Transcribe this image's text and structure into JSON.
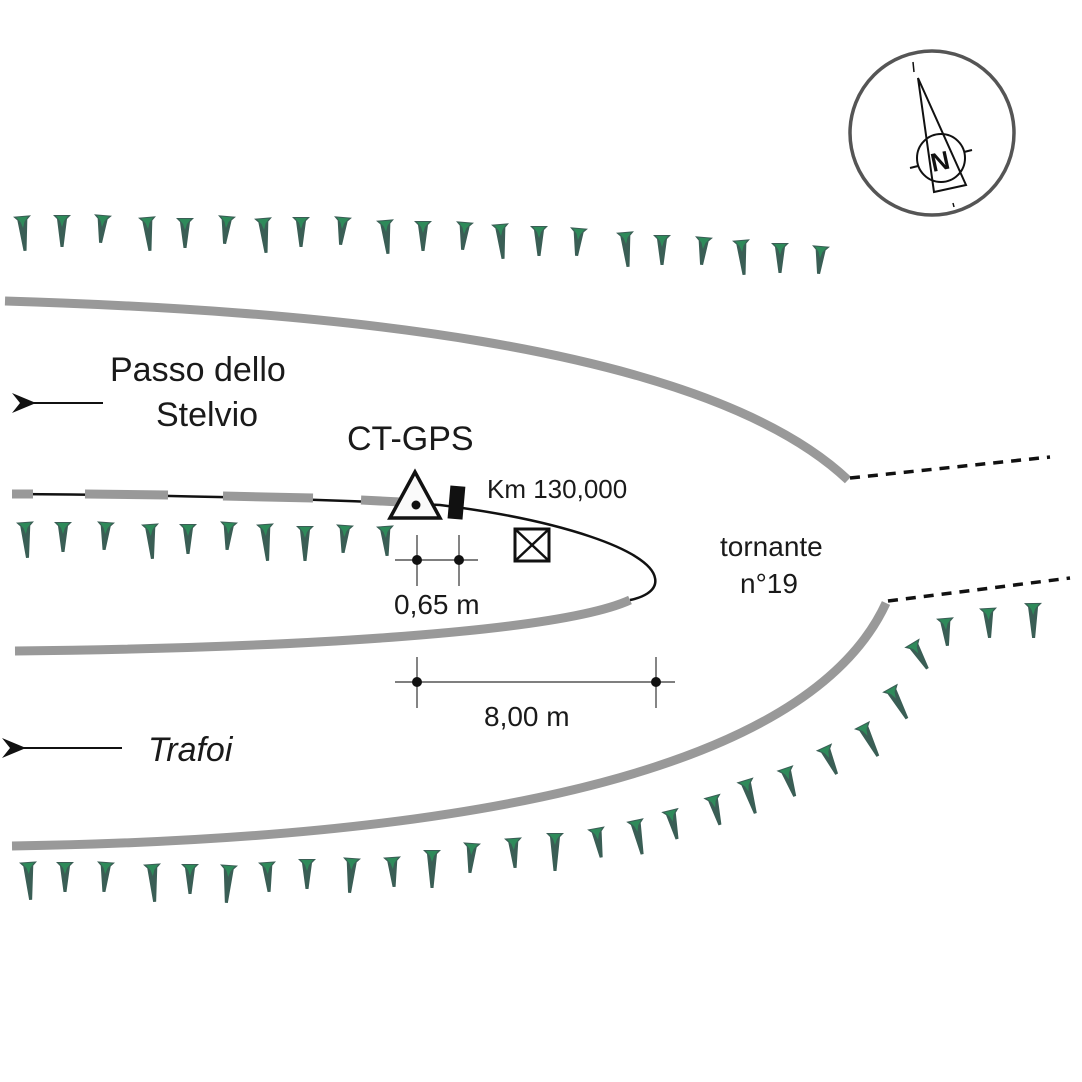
{
  "diagram": {
    "type": "site-sketch",
    "colors": {
      "road_edge": "#999999",
      "line": "#111111",
      "tree_fill": "#2e8a5a",
      "tree_dark": "#3a5e55",
      "compass": "#555555"
    },
    "labels": {
      "destination_up": "Passo dello",
      "destination_up_2": "Stelvio",
      "destination_down": "Trafoi",
      "station": "CT-GPS",
      "km_marker": "Km 130,000",
      "hairpin_1": "tornante",
      "hairpin_2": "n°19",
      "offset_dimension": "0,65 m",
      "distance_dimension": "8,00 m",
      "north": "N"
    },
    "symbols": {
      "station_symbol": "triangle-with-dot",
      "km_post_symbol": "black-rectangle",
      "box_symbol": "square-with-x",
      "arrows": "left-arrow",
      "trees": "conifer-glyph",
      "compass": "north-arrow"
    }
  }
}
